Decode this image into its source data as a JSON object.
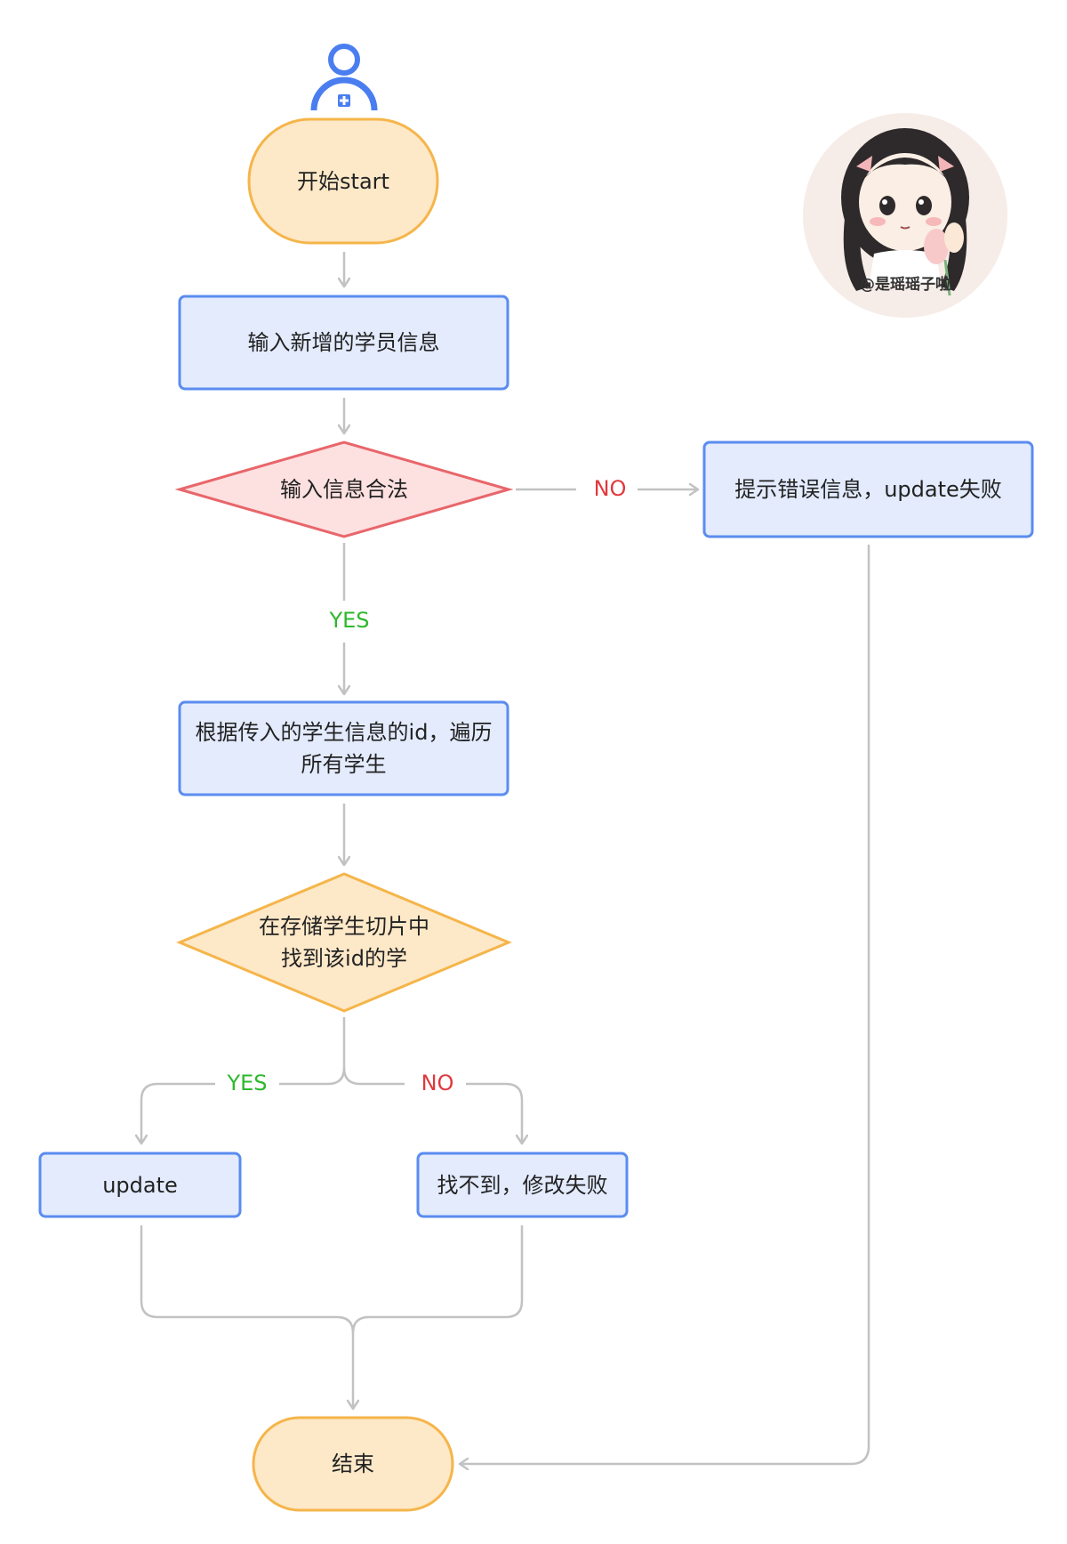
{
  "nodes": {
    "start": "开始start",
    "input": "输入新增的学员信息",
    "valid": "输入信息合法",
    "error": "提示错误信息，update失败",
    "iterate": "根据传入的学生信息的id，遍历所有学生",
    "find": "在存储学生切片中找到该id的学",
    "update": "update",
    "notfound": "找不到，修改失败",
    "end": "结束"
  },
  "edges": {
    "valid_no": "NO",
    "valid_yes": "YES",
    "find_yes": "YES",
    "find_no": "NO"
  },
  "avatar": {
    "credit": "@是瑶瑶子啦"
  },
  "colors": {
    "terminal_fill": "#fde8c8",
    "terminal_stroke": "#f5b54a",
    "process_fill": "#e3ebfd",
    "process_stroke": "#5b8cf0",
    "decision_red_fill": "#fde0e0",
    "decision_red_stroke": "#e8666a",
    "decision_orange_fill": "#fde8c8",
    "decision_orange_stroke": "#f5b54a",
    "connector": "#c2c2c2",
    "yes": "#2db82d",
    "no": "#e0393e",
    "user_icon": "#4a7ef0"
  }
}
